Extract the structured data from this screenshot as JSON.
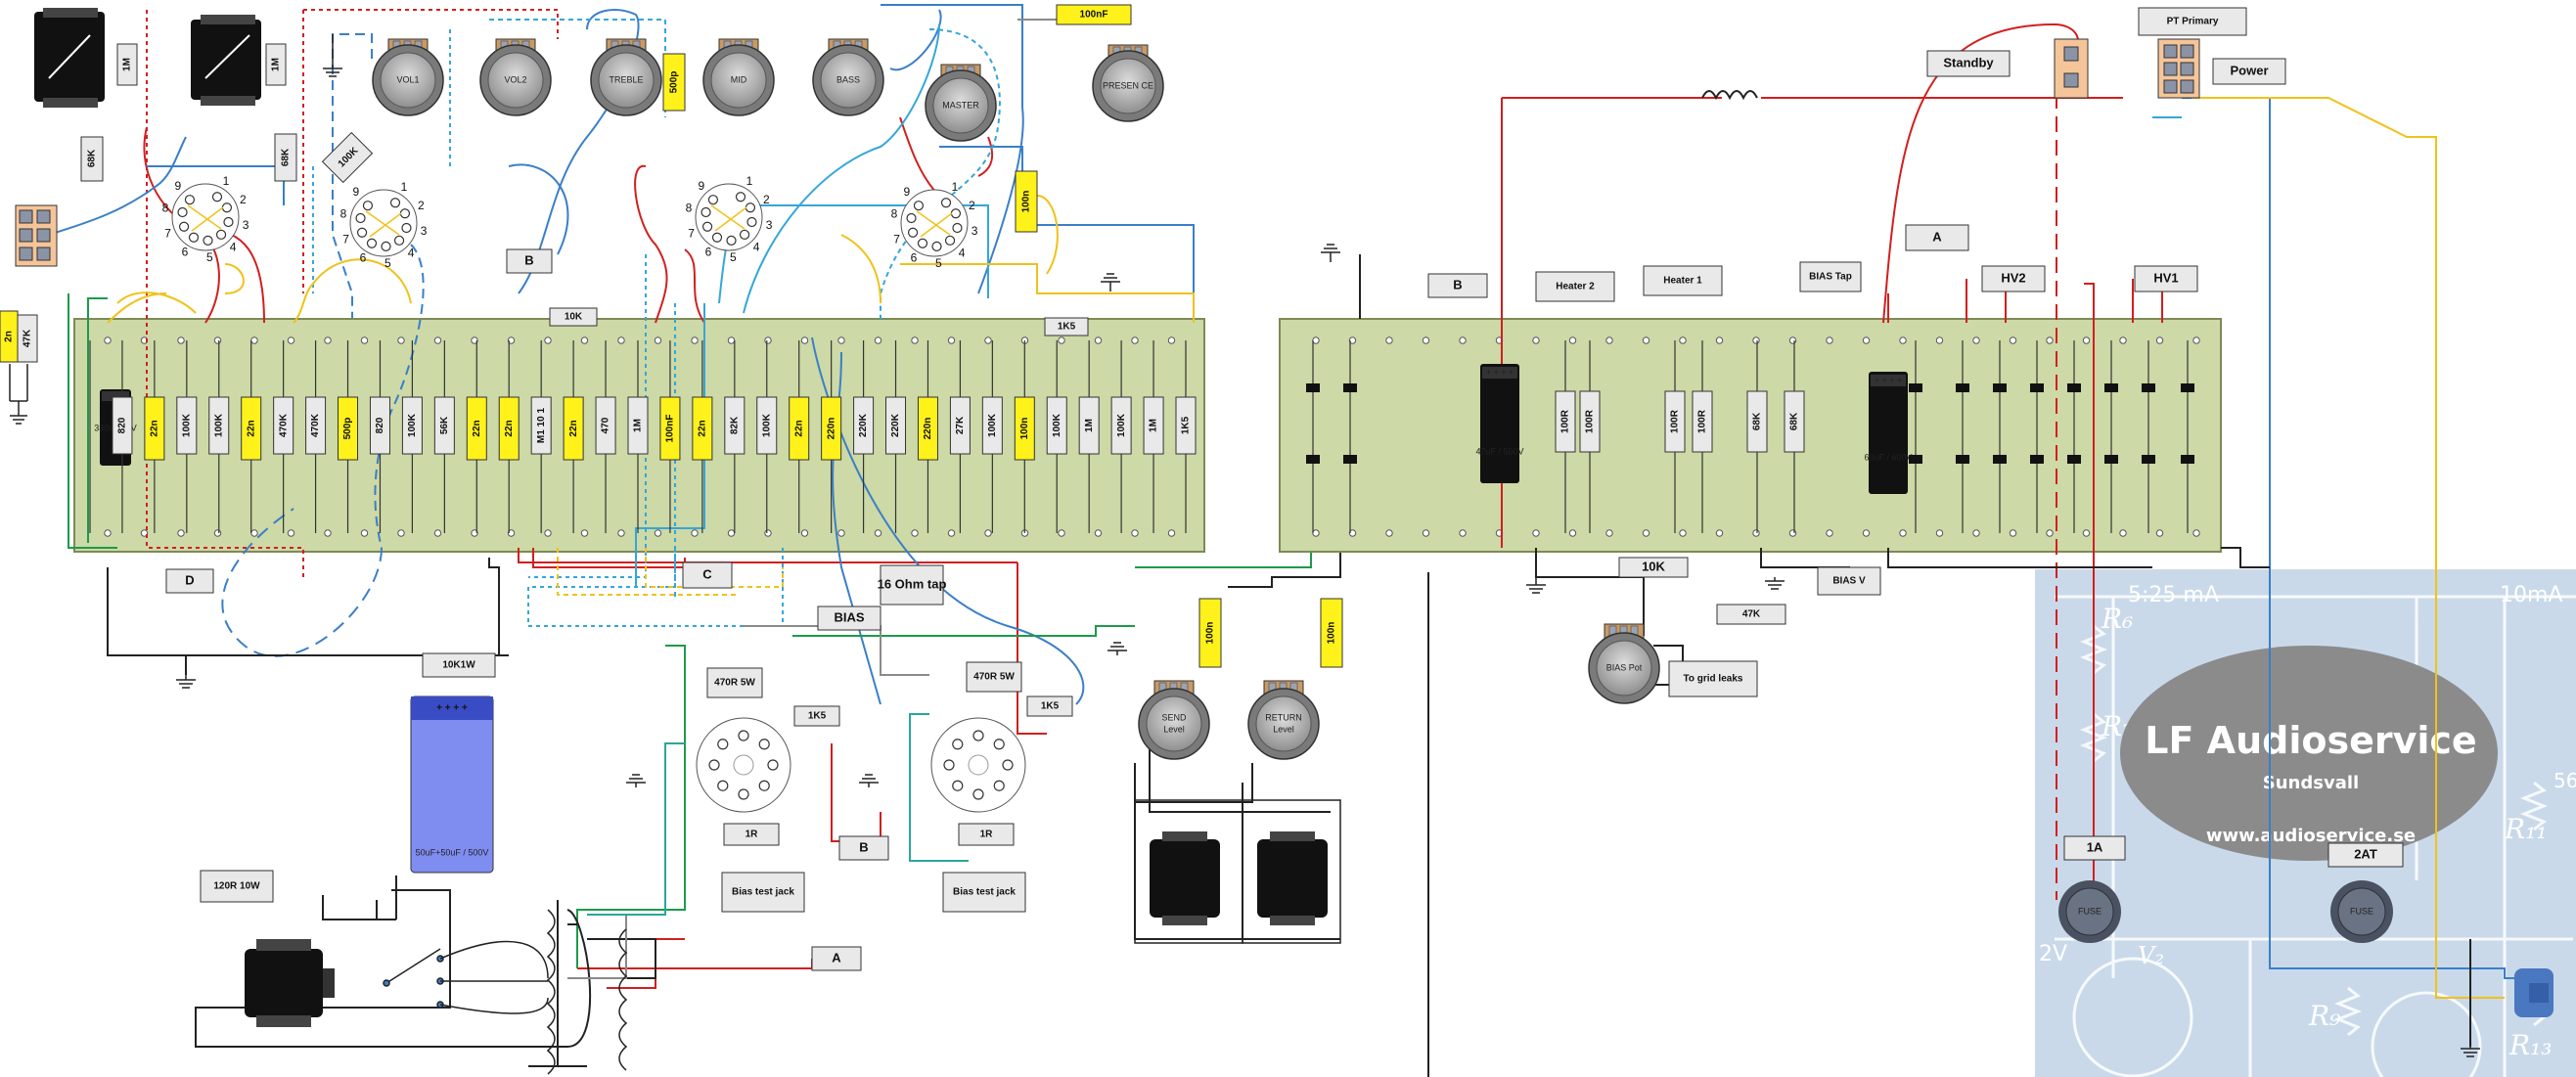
{
  "colors": {
    "board": "#cdd9a6",
    "board_edge": "#7d8a55",
    "resistor": "#e9e9e9",
    "cap": "#fff21a",
    "filter_cap": "#7f8cf0",
    "wire_red": "#d21f1f",
    "wire_blue": "#3a7fc8",
    "wire_lblue": "#35a6d8",
    "wire_green": "#1d9a4a",
    "wire_yellow": "#f0c21a",
    "wire_black": "#222222",
    "wire_grey": "#8a8a8a",
    "wire_teal": "#2ca59a",
    "bg_panel": "#c9d9ea"
  },
  "pots": [
    {
      "label": "VOL1"
    },
    {
      "label": "VOL2"
    },
    {
      "label": "TREBLE"
    },
    {
      "label": "MID"
    },
    {
      "label": "BASS"
    },
    {
      "label": "MASTER"
    },
    {
      "label": "PRESEN CE"
    }
  ],
  "fx_pots": [
    {
      "label": "SEND Level"
    },
    {
      "label": "RETURN Level"
    }
  ],
  "bias_pot": {
    "label": "BIAS Pot"
  },
  "top_caps": {
    "cap_500p": "500p",
    "cap_100nF": "100nF",
    "cap_100n": "100n"
  },
  "left_parts": {
    "r_1m_a": "1M",
    "r_1m_b": "1M",
    "r_68k_a": "68K",
    "r_68k_b": "68K",
    "r_100k": "100K",
    "r_47k": "47K",
    "c_2n": "2n"
  },
  "preamp_board": {
    "parts": [
      {
        "kind": "ecap",
        "label": "",
        "sub": "330u / 25V"
      },
      {
        "kind": "r",
        "label": "820"
      },
      {
        "kind": "c",
        "label": "22n"
      },
      {
        "kind": "r",
        "label": "100K"
      },
      {
        "kind": "r",
        "label": "100K"
      },
      {
        "kind": "c",
        "label": "22n"
      },
      {
        "kind": "r",
        "label": "470K"
      },
      {
        "kind": "r",
        "label": "470K"
      },
      {
        "kind": "c",
        "label": "500p"
      },
      {
        "kind": "r",
        "label": "820"
      },
      {
        "kind": "r",
        "label": "100K"
      },
      {
        "kind": "r",
        "label": "56K"
      },
      {
        "kind": "c",
        "label": "22n"
      },
      {
        "kind": "c",
        "label": "22n"
      },
      {
        "kind": "r",
        "label": "M1 10 1"
      },
      {
        "kind": "c",
        "label": "22n"
      },
      {
        "kind": "r",
        "label": "470"
      },
      {
        "kind": "r",
        "label": "1M"
      },
      {
        "kind": "c",
        "label": "100nF"
      },
      {
        "kind": "c",
        "label": "22n"
      },
      {
        "kind": "r",
        "label": "82K"
      },
      {
        "kind": "r",
        "label": "100K"
      },
      {
        "kind": "c",
        "label": "22n"
      },
      {
        "kind": "c",
        "label": "220n"
      },
      {
        "kind": "r",
        "label": "220K"
      },
      {
        "kind": "r",
        "label": "220K"
      },
      {
        "kind": "c",
        "label": "220n"
      },
      {
        "kind": "r",
        "label": "27K"
      },
      {
        "kind": "r",
        "label": "100K"
      },
      {
        "kind": "c",
        "label": "100n"
      },
      {
        "kind": "r",
        "label": "100K"
      },
      {
        "kind": "r",
        "label": "1M"
      },
      {
        "kind": "r",
        "label": "100K"
      },
      {
        "kind": "r",
        "label": "1M"
      },
      {
        "kind": "r",
        "label": "1K5"
      }
    ],
    "tags": {
      "r_10k": "10K",
      "r_1k5": "1K5",
      "tag_b": "B",
      "tag_c": "C",
      "tag_d": "D",
      "bias": "BIAS",
      "ohm16": "16 Ohm tap"
    }
  },
  "power_board": {
    "filter_cap_1": {
      "top": "+ + + +",
      "label": "47uF / 500V"
    },
    "filter_cap_2": {
      "top": "+ + + +",
      "label": "60uF / 600V"
    },
    "resistors": [
      "100R",
      "100R",
      "100R",
      "100R",
      "68K",
      "68K"
    ],
    "bias_cap": "",
    "tags": {
      "b": "B",
      "heater2": "Heater 2",
      "heater1": "Heater 1",
      "bias_tap": "BIAS Tap",
      "a": "A",
      "hv2": "HV2",
      "hv1": "HV1",
      "r10k": "10K",
      "r47k": "47K",
      "bias_v": "BIAS V",
      "grid": "To grid leaks"
    }
  },
  "psu": {
    "standby": "Standby",
    "pt_primary": "PT Primary",
    "power": "Power",
    "fuse_1a": "1A",
    "fuse_2at": "2AT",
    "fuse_label": "FUSE",
    "cap_10k1w": "10K1W",
    "filter_cap": {
      "top": "+ + + +",
      "label": "50uF+50uF / 500V"
    },
    "r120r": "120R 10W"
  },
  "power_tubes": {
    "left": {
      "r470r": "470R 5W",
      "r1k5": "1K5",
      "r1r": "1R",
      "jack": "Bias test jack"
    },
    "right": {
      "r470r": "470R 5W",
      "r1k5": "1K5",
      "r1r": "1R",
      "jack": "Bias test jack"
    },
    "tag_b": "B",
    "tag_a": "A"
  },
  "fx_caps": {
    "send": "100n",
    "return": "100n"
  },
  "tube_pins": [
    "1",
    "2",
    "3",
    "4",
    "5",
    "6",
    "7",
    "8",
    "9"
  ],
  "logo": {
    "title": "LF Audioservice",
    "city": "Sundsvall",
    "url": "www.audioservice.se"
  },
  "bg_schematic": {
    "r6": "R₆",
    "r7": "R₇",
    "r9": "R₉",
    "r11": "R₁₁",
    "r13": "R₁₃",
    "v2": "V₂",
    "cur1": "5:25 mA",
    "cur2": "10mA",
    "v_lbl": "2V",
    "frag": "56"
  }
}
